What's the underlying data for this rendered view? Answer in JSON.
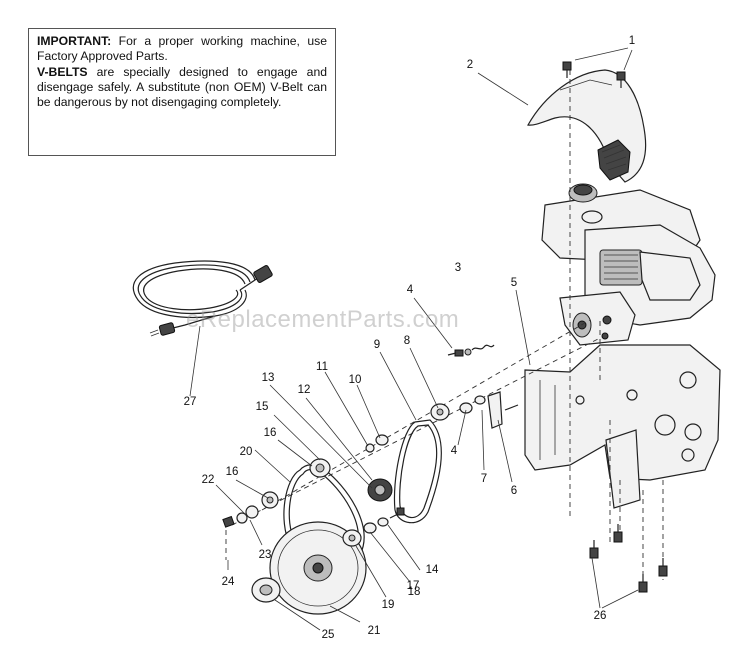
{
  "notice": {
    "important_label": "IMPORTANT:",
    "important_text": " For a proper working machine, use Factory Approved Parts.",
    "vbelts_label": "V-BELTS",
    "vbelts_text": " are specially designed to engage and disengage safely. A substitute (non OEM) V-Belt can be dangerous by not disengaging completely."
  },
  "watermark": "eReplacementParts.com",
  "callouts": [
    {
      "id": "1",
      "label": "1"
    },
    {
      "id": "2",
      "label": "2"
    },
    {
      "id": "3",
      "label": "3"
    },
    {
      "id": "4a",
      "label": "4"
    },
    {
      "id": "4b",
      "label": "4"
    },
    {
      "id": "5",
      "label": "5"
    },
    {
      "id": "6",
      "label": "6"
    },
    {
      "id": "7",
      "label": "7"
    },
    {
      "id": "8",
      "label": "8"
    },
    {
      "id": "9",
      "label": "9"
    },
    {
      "id": "10",
      "label": "10"
    },
    {
      "id": "11",
      "label": "11"
    },
    {
      "id": "12",
      "label": "12"
    },
    {
      "id": "13",
      "label": "13"
    },
    {
      "id": "14",
      "label": "14"
    },
    {
      "id": "15",
      "label": "15"
    },
    {
      "id": "16a",
      "label": "16"
    },
    {
      "id": "16b",
      "label": "16"
    },
    {
      "id": "17",
      "label": "17"
    },
    {
      "id": "18",
      "label": "18"
    },
    {
      "id": "19",
      "label": "19"
    },
    {
      "id": "20",
      "label": "20"
    },
    {
      "id": "21",
      "label": "21"
    },
    {
      "id": "22",
      "label": "22"
    },
    {
      "id": "23",
      "label": "23"
    },
    {
      "id": "24",
      "label": "24"
    },
    {
      "id": "25",
      "label": "25"
    },
    {
      "id": "26",
      "label": "26"
    },
    {
      "id": "27",
      "label": "27"
    }
  ]
}
